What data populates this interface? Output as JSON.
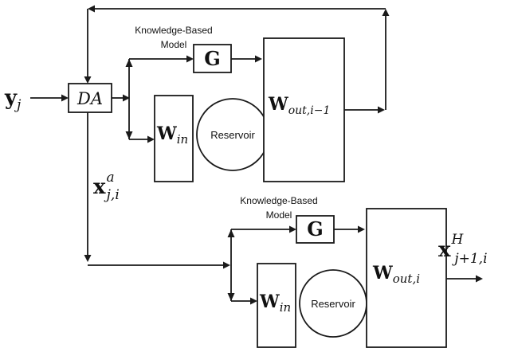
{
  "input": {
    "symbol": "y",
    "sub": "j"
  },
  "da_block": {
    "label": "DA"
  },
  "analysis_state": {
    "symbol": "x",
    "sub": "j,i",
    "sup": "a"
  },
  "forecast_output": {
    "symbol": "x",
    "sub": "j+1,i",
    "sup": "H"
  },
  "model_top": {
    "kb_label_line1": "Knowledge-Based",
    "kb_label_line2": "Model",
    "g_label": "G",
    "win_symbol": "W",
    "win_sub": "in",
    "reservoir_label": "Reservoir",
    "wout_symbol": "W",
    "wout_sub": "out,i−1"
  },
  "model_bottom": {
    "kb_label_line1": "Knowledge-Based",
    "kb_label_line2": "Model",
    "g_label": "G",
    "win_symbol": "W",
    "win_sub": "in",
    "reservoir_label": "Reservoir",
    "wout_symbol": "W",
    "wout_sub": "out,i"
  }
}
